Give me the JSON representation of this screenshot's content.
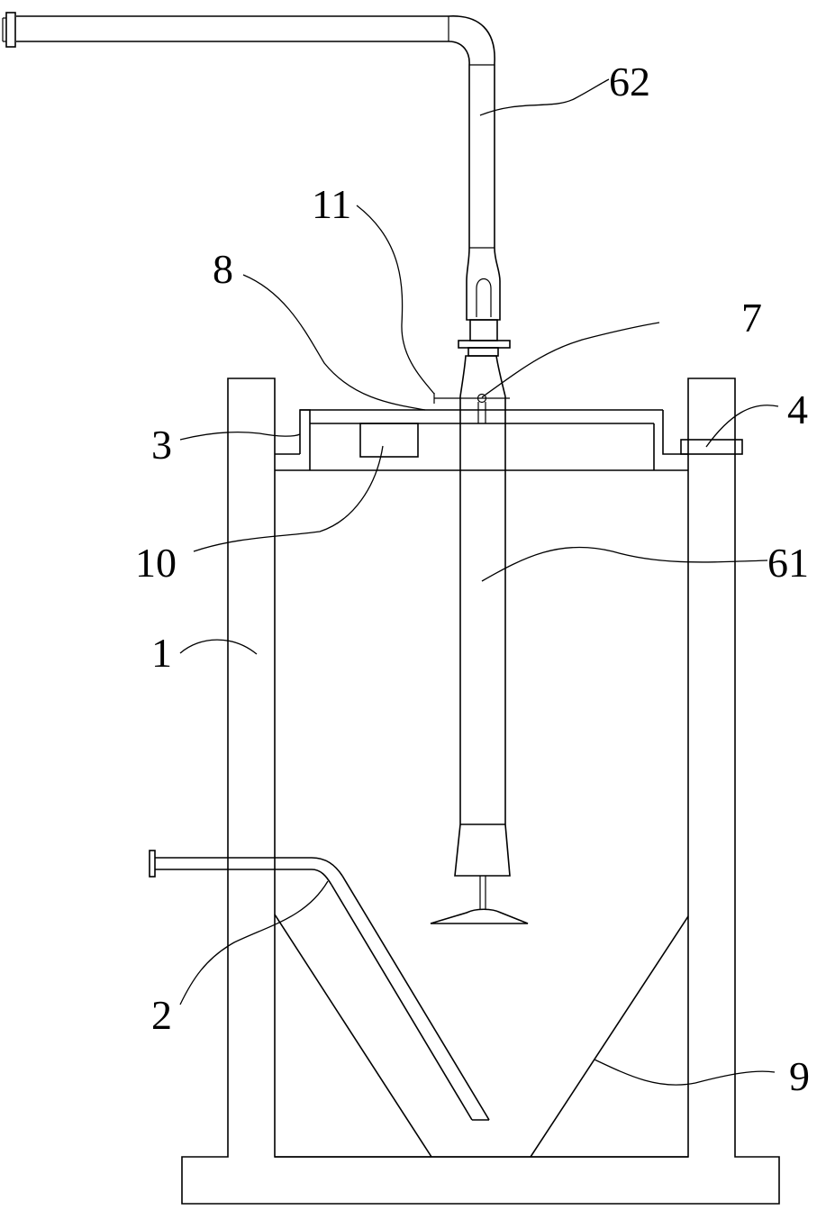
{
  "labels": {
    "l62": "62",
    "l11": "11",
    "l8": "8",
    "l7": "7",
    "l3": "3",
    "l4": "4",
    "l10": "10",
    "l61": "61",
    "l1": "1",
    "l2": "2",
    "l9": "9"
  }
}
